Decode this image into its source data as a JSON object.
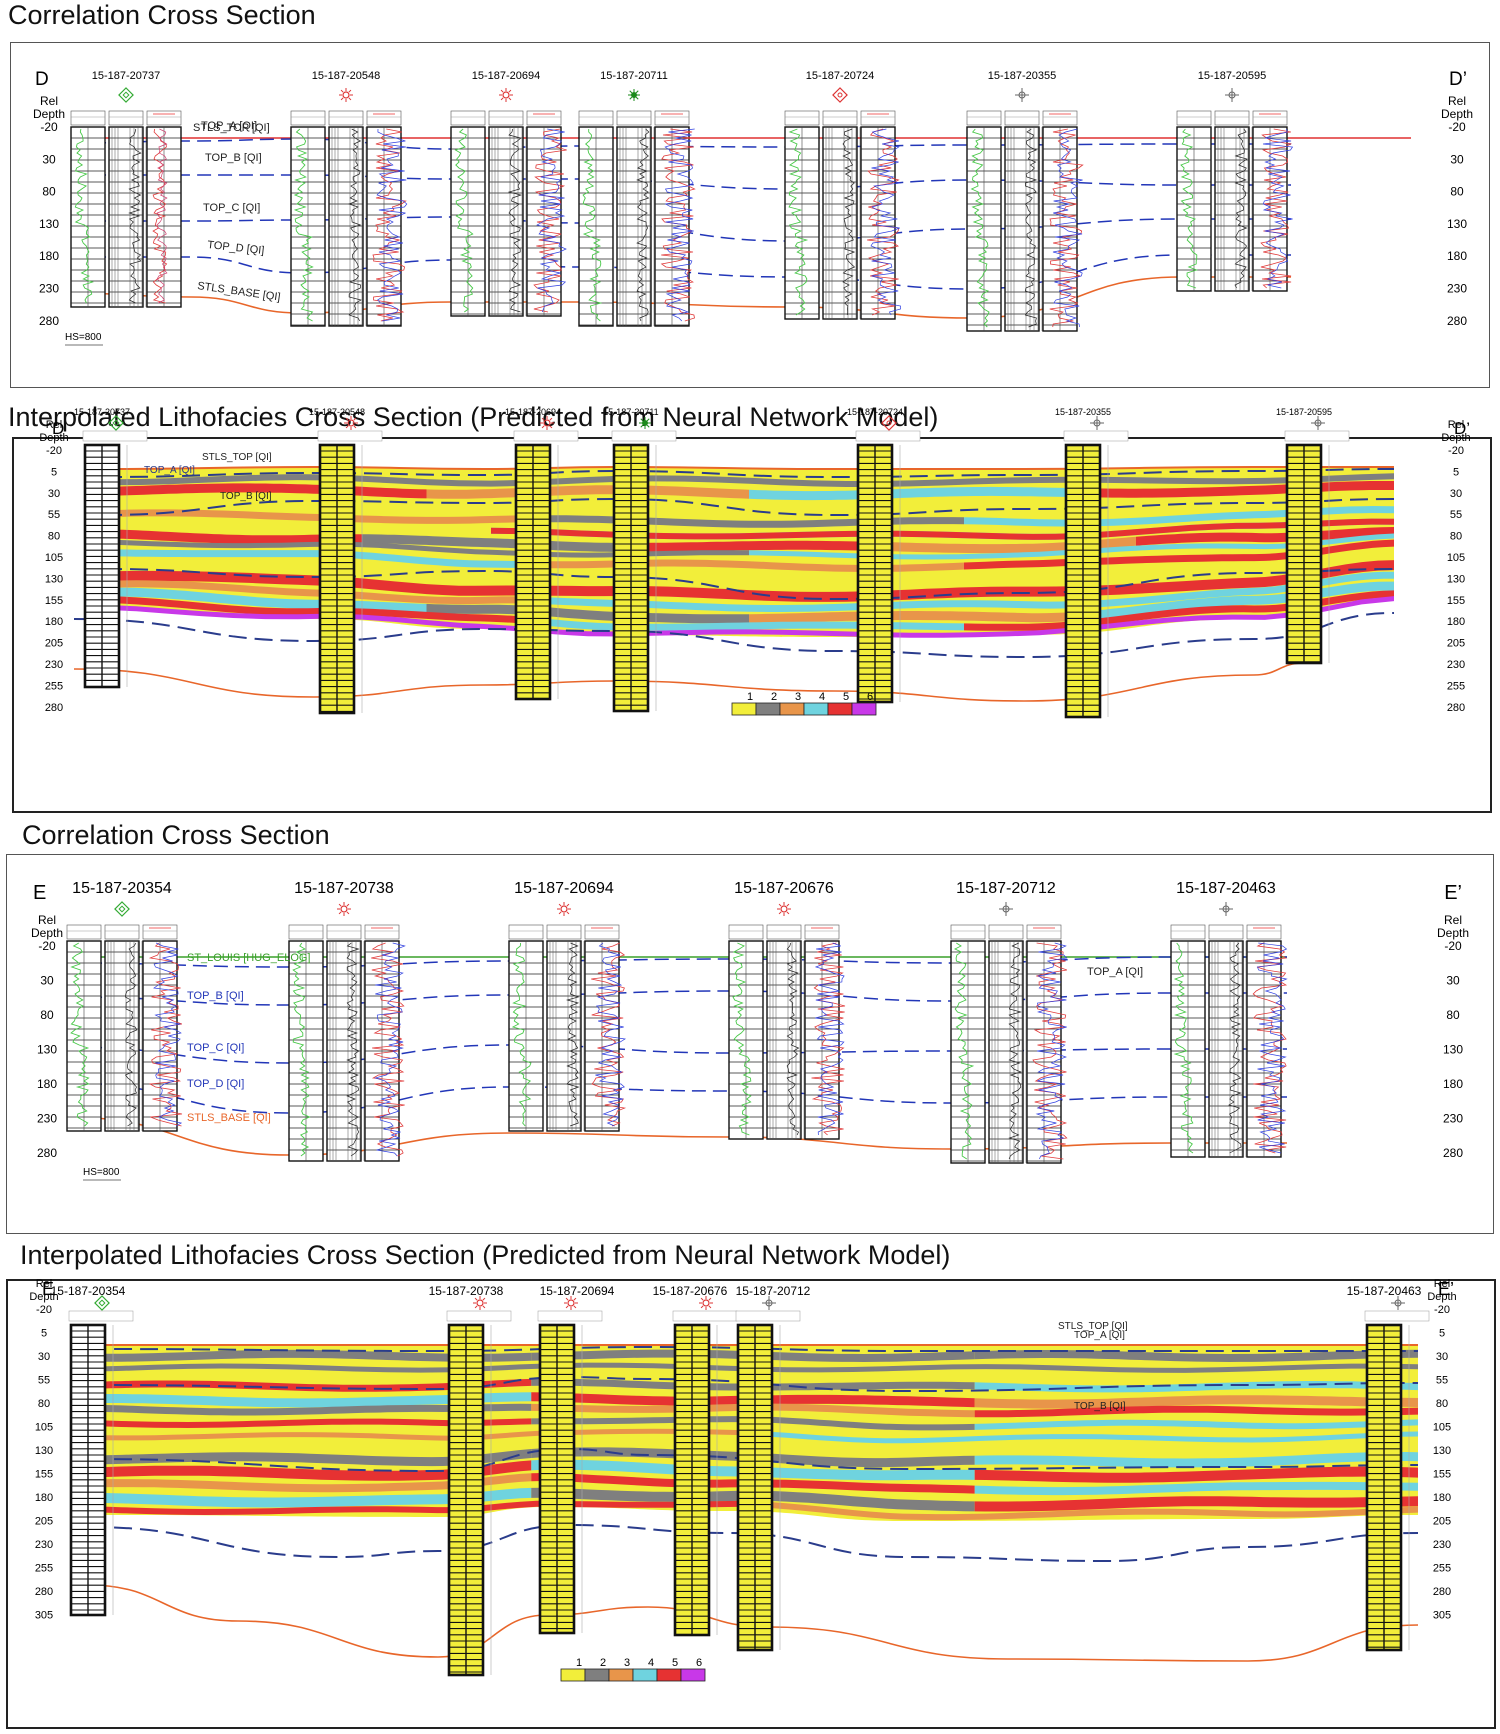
{
  "panels": [
    {
      "title": "Correlation Cross Section",
      "type": "correlation",
      "end_left": "D",
      "end_right": "D’",
      "depth_label": [
        "Rel",
        "Depth"
      ],
      "depth_ticks": [
        -20,
        30,
        80,
        130,
        180,
        230,
        280
      ],
      "scale_note": "HS=800",
      "wells": [
        "15-187-20737",
        "15-187-20548",
        "15-187-20694",
        "15-187-20711",
        "15-187-20724",
        "15-187-20355",
        "15-187-20595"
      ],
      "horizon_labels": [
        "STLS_TOP [QI]",
        "TOP_A [QI]",
        "TOP_B [QI]",
        "TOP_C [QI]",
        "TOP_D [QI]",
        "STLS_BASE [QI]"
      ]
    },
    {
      "title": "Interpolated Lithofacies Cross Section (Predicted from Neural Network Model)",
      "type": "lithofacies",
      "end_left": "D",
      "end_right": "D’",
      "depth_label": [
        "Rel",
        "Depth"
      ],
      "depth_ticks": [
        -20,
        5,
        30,
        55,
        80,
        105,
        130,
        155,
        180,
        205,
        230,
        255,
        280
      ],
      "wells": [
        "15-187-20737",
        "15-187-20548",
        "15-187-20694",
        "15-187-20711",
        "15-187-20724",
        "15-187-20355",
        "15-187-20595"
      ],
      "horizon_labels": [
        "STLS_TOP [QI]",
        "TOP_A [QI]",
        "TOP_B [QI]"
      ]
    },
    {
      "title": "Correlation Cross Section",
      "type": "correlation",
      "end_left": "E",
      "end_right": "E’",
      "depth_label": [
        "Rel",
        "Depth"
      ],
      "depth_ticks": [
        -20,
        30,
        80,
        130,
        180,
        230,
        280
      ],
      "scale_note": "HS=800",
      "wells": [
        "15-187-20354",
        "15-187-20738",
        "15-187-20694",
        "15-187-20676",
        "15-187-20712",
        "15-187-20463"
      ],
      "horizon_labels": [
        "ST_LOUIS [HUG_ELOG]",
        "TOP_A [QI]",
        "TOP_B [QI]",
        "TOP_C [QI]",
        "TOP_D [QI]",
        "STLS_BASE [QI]"
      ]
    },
    {
      "title": "Interpolated Lithofacies Cross Section (Predicted from Neural Network Model)",
      "type": "lithofacies",
      "end_left": "E",
      "end_right": "E’",
      "depth_label": [
        "Rel",
        "Depth"
      ],
      "depth_ticks": [
        -20,
        5,
        30,
        55,
        80,
        105,
        130,
        155,
        180,
        205,
        230,
        255,
        280,
        305
      ],
      "wells": [
        "15-187-20354",
        "15-187-20738",
        "15-187-20694",
        "15-187-20676",
        "15-187-20712",
        "15-187-20463"
      ],
      "horizon_labels": [
        "STLS_TOP [QI]",
        "TOP_A [QI]",
        "TOP_B [QI]"
      ]
    }
  ],
  "facies_legend": {
    "labels": [
      "1",
      "2",
      "3",
      "4",
      "5",
      "6"
    ],
    "colors": [
      "#f2ee3a",
      "#7f7f7f",
      "#e8954a",
      "#6fd3df",
      "#e63232",
      "#c838e8"
    ]
  },
  "colors": {
    "stls_top": "#e03030",
    "stls_base": "#e8662a",
    "tops": "#2236b8",
    "st_louis": "#3aa02a",
    "gr_log": "#48c848"
  }
}
